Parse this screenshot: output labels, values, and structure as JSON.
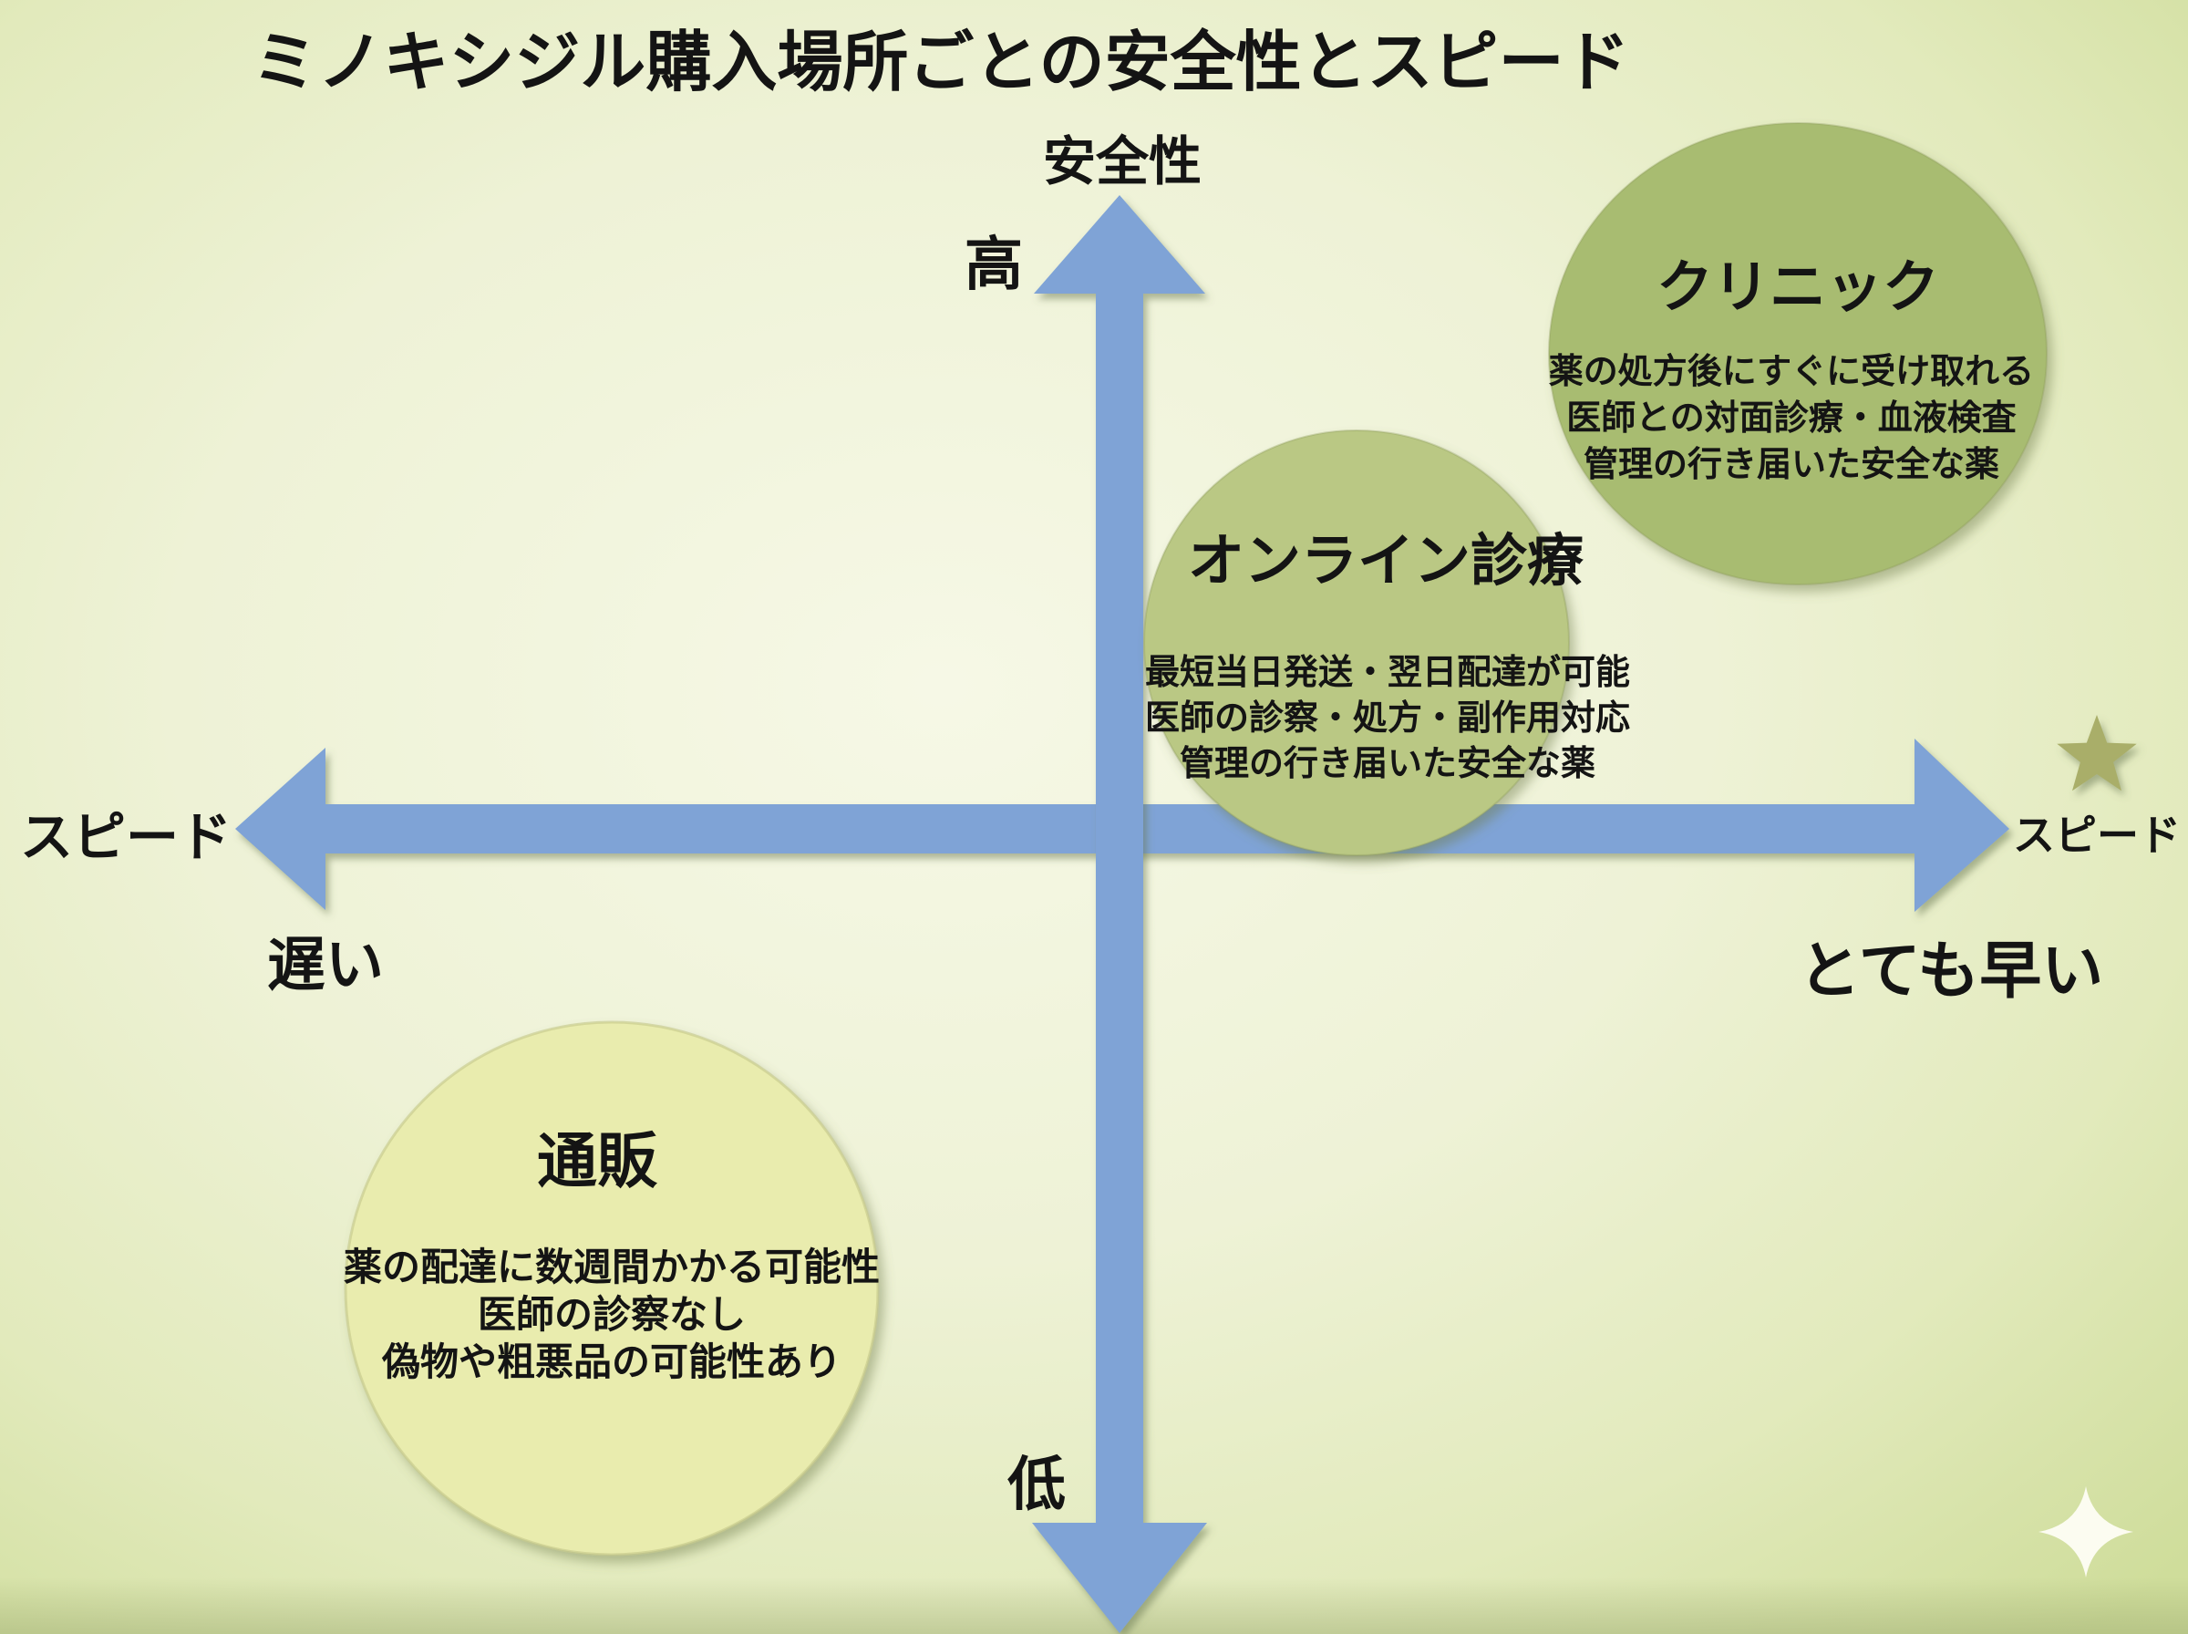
{
  "title": "ミノキシジル購入場所ごとの安全性とスピード",
  "axes": {
    "safety": {
      "name": "安全性",
      "high": "高",
      "low": "低"
    },
    "speed": {
      "name_left": "スピード",
      "name_right": "スピード",
      "slow": "遅い",
      "fast": "とても早い"
    }
  },
  "bubbles": [
    {
      "name": "クリニック",
      "lines": [
        "薬の処方後にすぐに受け取れる",
        "医師との対面診療・血液検査",
        "管理の行き届いた安全な薬"
      ],
      "color": "#a8bc71"
    },
    {
      "name": "オンライン診療",
      "lines": [
        "最短当日発送・翌日配達が可能",
        "医師の診察・処方・副作用対応",
        "管理の行き届いた安全な薬"
      ],
      "color": "#bac884"
    },
    {
      "name": "通販",
      "lines": [
        "薬の配達に数週間かかる可能性",
        "医師の診察なし",
        "偽物や粗悪品の可能性あり"
      ],
      "color": "#e9ecae"
    }
  ],
  "decorations": {
    "star_color": "#a9ae69",
    "sparkle_color": "#fcfcf1"
  },
  "colors": {
    "arrow": "#7fa3d6",
    "arrow_edge": "#5f85bb",
    "text": "#141414",
    "bg_center": "#f5f7e4",
    "bg_edge": "#cfdd9b"
  }
}
